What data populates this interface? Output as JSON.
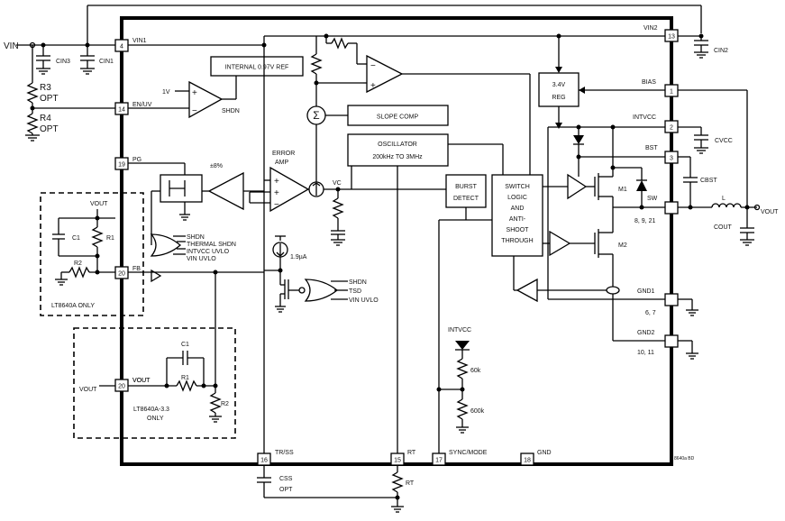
{
  "external": {
    "vin": "VIN",
    "cin3": "CIN3",
    "cin1": "CIN1",
    "r3": "R3",
    "r3_opt": "OPT",
    "r4": "R4",
    "r4_opt": "OPT",
    "cin2": "CIN2",
    "cvcc": "CVCC",
    "cbst": "CBST",
    "inductor": "L",
    "vout": "VOUT",
    "cout": "COUT",
    "css": "CSS",
    "css_opt": "OPT",
    "rt": "RT",
    "footer_code": "8640a BD"
  },
  "pins": [
    {
      "num": "4",
      "name": "VIN1"
    },
    {
      "num": "14",
      "name": "EN/UV"
    },
    {
      "num": "19",
      "name": "PG"
    },
    {
      "num": "20",
      "name": "FB"
    },
    {
      "num": "20",
      "name": "VOUT"
    },
    {
      "num": "13",
      "name": "VIN2"
    },
    {
      "num": "1",
      "name": "BIAS"
    },
    {
      "num": "2",
      "name": "INTVCC"
    },
    {
      "num": "3",
      "name": "BST"
    },
    {
      "num": "",
      "name": "SW",
      "sub": "8, 9, 21"
    },
    {
      "num": "",
      "name": "GND1",
      "sub": "6, 7"
    },
    {
      "num": "",
      "name": "GND2",
      "sub": "10, 11"
    },
    {
      "num": "16",
      "name": "TR/SS"
    },
    {
      "num": "15",
      "name": "RT"
    },
    {
      "num": "17",
      "name": "SYNC/MODE"
    },
    {
      "num": "18",
      "name": "GND"
    }
  ],
  "blocks": {
    "ref": "INTERNAL 0.97V REF",
    "slope": "SLOPE COMP",
    "osc_line1": "OSCILLATOR",
    "osc_line2": "200kHz TO 3MHz",
    "burst_line1": "BURST",
    "burst_line2": "DETECT",
    "switch_lines": [
      "SWITCH",
      "LOGIC",
      "AND",
      "ANTI-",
      "SHOOT",
      "THROUGH"
    ],
    "reg_line1": "3.4V",
    "reg_line2": "REG",
    "sigma": "Σ"
  },
  "labels": {
    "v1": "1V",
    "shdn": "SHDN",
    "pct": "±8%",
    "error_amp_line1": "ERROR",
    "error_amp_line2": "AMP",
    "vc": "VC",
    "current": "1.9µA",
    "or1_inputs": [
      "SHDN",
      "THERMAL SHDN",
      "INTVCC UVLO",
      "VIN UVLO"
    ],
    "or2_inputs": [
      "SHDN",
      "TSD",
      "VIN UVLO"
    ],
    "m1": "M1",
    "m2": "M2",
    "intvcc": "INTVCC",
    "r60k": "60k",
    "r600k": "600k"
  },
  "options": {
    "a_vout": "VOUT",
    "a_c1": "C1",
    "a_r1": "R1",
    "a_r2": "R2",
    "a_caption": "LT8640A ONLY",
    "b_vout_ext": "VOUT",
    "b_vout_int": "VOUT",
    "b_c1": "C1",
    "b_r1": "R1",
    "b_r2": "R2",
    "b_caption_line1": "LT8640A-3.3",
    "b_caption_line2": "ONLY"
  }
}
